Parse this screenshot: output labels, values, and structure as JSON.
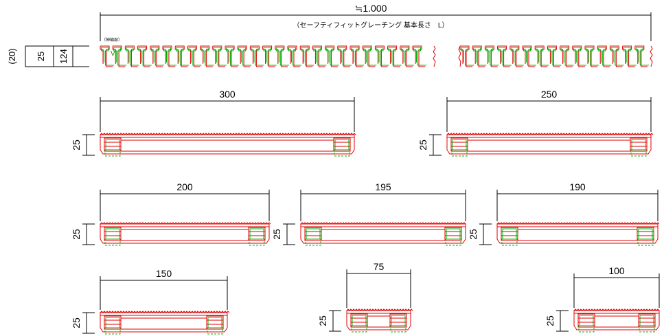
{
  "top": {
    "overall_length": "≒1.000",
    "subtitle": "（セーフティフィットグレーチング 基本長さ　L）",
    "expansion_label": "（伸縮部）",
    "marker": "V",
    "dim_20": "(20)",
    "dim_25": "25",
    "dim_124": "124"
  },
  "pieces": [
    {
      "width": "300",
      "height": "25"
    },
    {
      "width": "250",
      "height": "25"
    },
    {
      "width": "200",
      "height": "25"
    },
    {
      "width": "195",
      "height": "25"
    },
    {
      "width": "190",
      "height": "25"
    },
    {
      "width": "150",
      "height": "25"
    },
    {
      "width": "75",
      "height": "25"
    },
    {
      "width": "100",
      "height": "25"
    }
  ]
}
